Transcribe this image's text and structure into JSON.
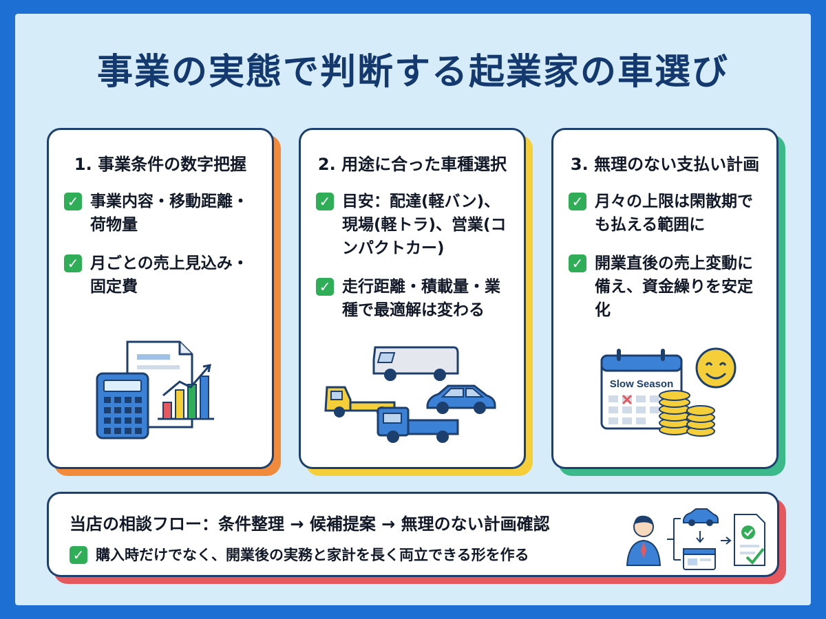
{
  "title": "事業の実態で判断する起業家の車選び",
  "cards": [
    {
      "title": "1. 事業条件の数字把握",
      "items": [
        "事業内容・移動距離・荷物量",
        "月ごとの売上見込み・固定費"
      ]
    },
    {
      "title": "2. 用途に合った車種選択",
      "items": [
        "目安：配達(軽バン)、現場(軽トラ)、営業(コンパクトカー)",
        "走行距離・積載量・業種で最適解は変わる"
      ]
    },
    {
      "title": "3. 無理のない支払い計画",
      "items": [
        "月々の上限は閑散期でも払える範囲に",
        "開業直後の売上変動に備え、資金繰りを安定化"
      ]
    }
  ],
  "calendar_label": "Slow Season",
  "bottom": {
    "flow": "当店の相談フロー：条件整理 → 候補提案 → 無理のない計画確認",
    "item": "購入時だけでなく、開業後の実務と家計を長く両立できる形を作る"
  },
  "colors": {
    "background": "#1e6fd4",
    "panel": "#d6ecf8",
    "title": "#14396f",
    "card1_accent": "#f28a3c",
    "card2_accent": "#f4cf3a",
    "card3_accent": "#3bb98a",
    "bottom_accent": "#e4585e",
    "check": "#2fae57"
  },
  "icons": [
    "check-icon",
    "calculator-icon",
    "document-icon",
    "bar-chart-icon",
    "van-icon",
    "mini-truck-icon",
    "car-icon",
    "truck-icon",
    "calendar-icon",
    "coin-stack-icon",
    "smiley-icon",
    "person-icon",
    "flow-diagram-icon",
    "checklist-icon"
  ]
}
